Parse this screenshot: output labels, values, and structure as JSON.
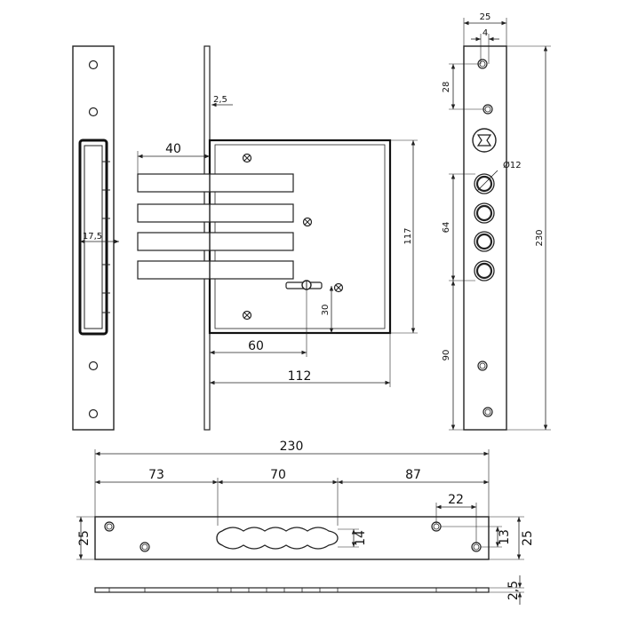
{
  "title": "",
  "views": {
    "strike_plate_front": {
      "labels": {
        "width": "17,5"
      }
    },
    "lock_side": {
      "labels": {
        "thickness": "2,5",
        "bolt_length": "40",
        "height": "117",
        "key_offset": "30",
        "backset": "60",
        "depth": "112"
      }
    },
    "faceplate_front": {
      "labels": {
        "width": "25",
        "offset": "4",
        "screw_spacing": "28",
        "bolt_diameter": "Ø12",
        "bolt_spacing": "64",
        "lower_spacing": "90",
        "length": "230"
      },
      "bolt_count": 4
    },
    "strike_plate_bottom": {
      "labels": {
        "length": "230",
        "seg_left": "73",
        "seg_mid": "70",
        "seg_right": "87",
        "hole_spacing": "22",
        "height_left": "25",
        "height_right": "25",
        "slot_height": "14",
        "hole_offset": "13"
      }
    },
    "strike_plate_edge": {
      "labels": {
        "thickness": "2,5"
      }
    }
  }
}
